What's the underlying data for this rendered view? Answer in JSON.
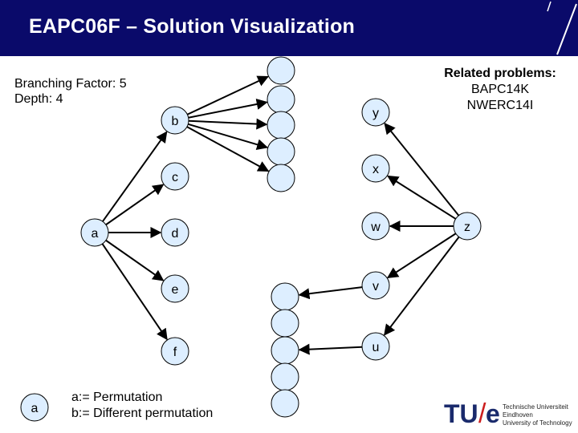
{
  "header": {
    "title": "EAPC06F – Solution Visualization",
    "background": "#0a0a6a"
  },
  "parameters": {
    "branching_line": "Branching Factor: 5",
    "depth_line": "Depth: 4"
  },
  "related": {
    "heading": "Related problems:",
    "items": [
      "BAPC14K",
      "NWERC14I"
    ]
  },
  "graph": {
    "left_nodes": [
      "a",
      "b",
      "c",
      "d",
      "e",
      "f"
    ],
    "right_nodes": [
      "y",
      "x",
      "w",
      "v",
      "u",
      "z"
    ],
    "stroke_color": "#000000",
    "node_fill": "#ddeeff"
  },
  "legend": {
    "symbol": "a",
    "line1": "a:= Permutation",
    "line2": "b:= Different permutation"
  },
  "logo": {
    "mark_tu": "TU",
    "mark_slash": "/",
    "mark_e": "e",
    "mark_color": "#1a2a6c",
    "slash_color": "#cc1e1e",
    "lines": [
      "Technische Universiteit",
      "Eindhoven",
      "University of Technology"
    ]
  }
}
